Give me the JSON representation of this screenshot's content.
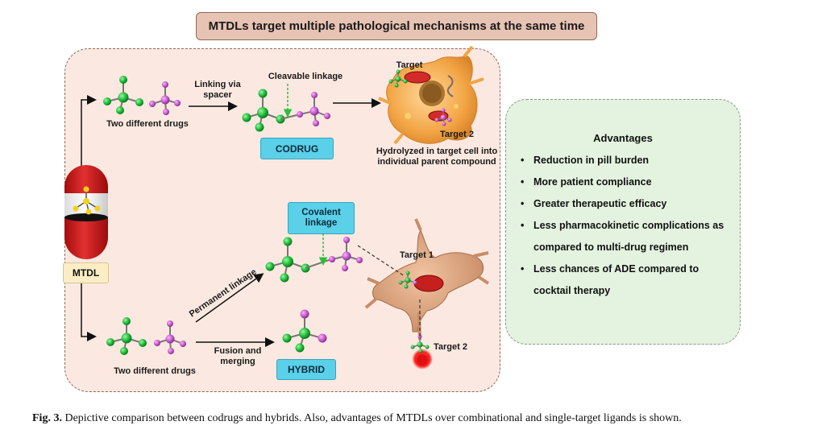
{
  "title": "MTDLs target multiple pathological mechanisms at the same time",
  "codrug": {
    "drugs_label": "Two different drugs",
    "linking_label": "Linking via spacer",
    "cleavable_label": "Cleavable linkage",
    "box_label": "CODRUG",
    "target_label": "Target",
    "target2_label": "Target 2",
    "hydrolyzed_label": "Hydrolyzed in target cell into individual parent compound"
  },
  "mtdl_label": "MTDL",
  "hybrid": {
    "covalent_label": "Covalent linkage",
    "permanent_label": "Permanent linkage",
    "drugs_label": "Two different drugs",
    "fusion_label": "Fusion and merging",
    "box_label": "HYBRID",
    "target1_label": "Target 1",
    "target2_label": "Target 2"
  },
  "advantages": {
    "title": "Advantages",
    "items": [
      "Reduction in pill burden",
      "More patient compliance",
      "Greater therapeutic efficacy",
      "Less pharmacokinetic complications as compared to multi-drug regimen",
      "Less chances of ADE compared to cocktail therapy"
    ]
  },
  "caption": {
    "prefix": "Fig. 3.",
    "text": "Depictive comparison between codrugs and hybrids. Also, advantages of MTDLs over combinational and single-target ligands is shown."
  },
  "colors": {
    "title_bg": "#e7c3b3",
    "panel_bg": "#fbe9e1",
    "advantages_bg": "#e4f3e0",
    "label_box": "#5ad0e9",
    "mtdl_box": "#fbeec6",
    "green_atom": "#1fbf3a",
    "magenta_atom": "#c95bd0",
    "capsule_red": "#cc1515"
  }
}
